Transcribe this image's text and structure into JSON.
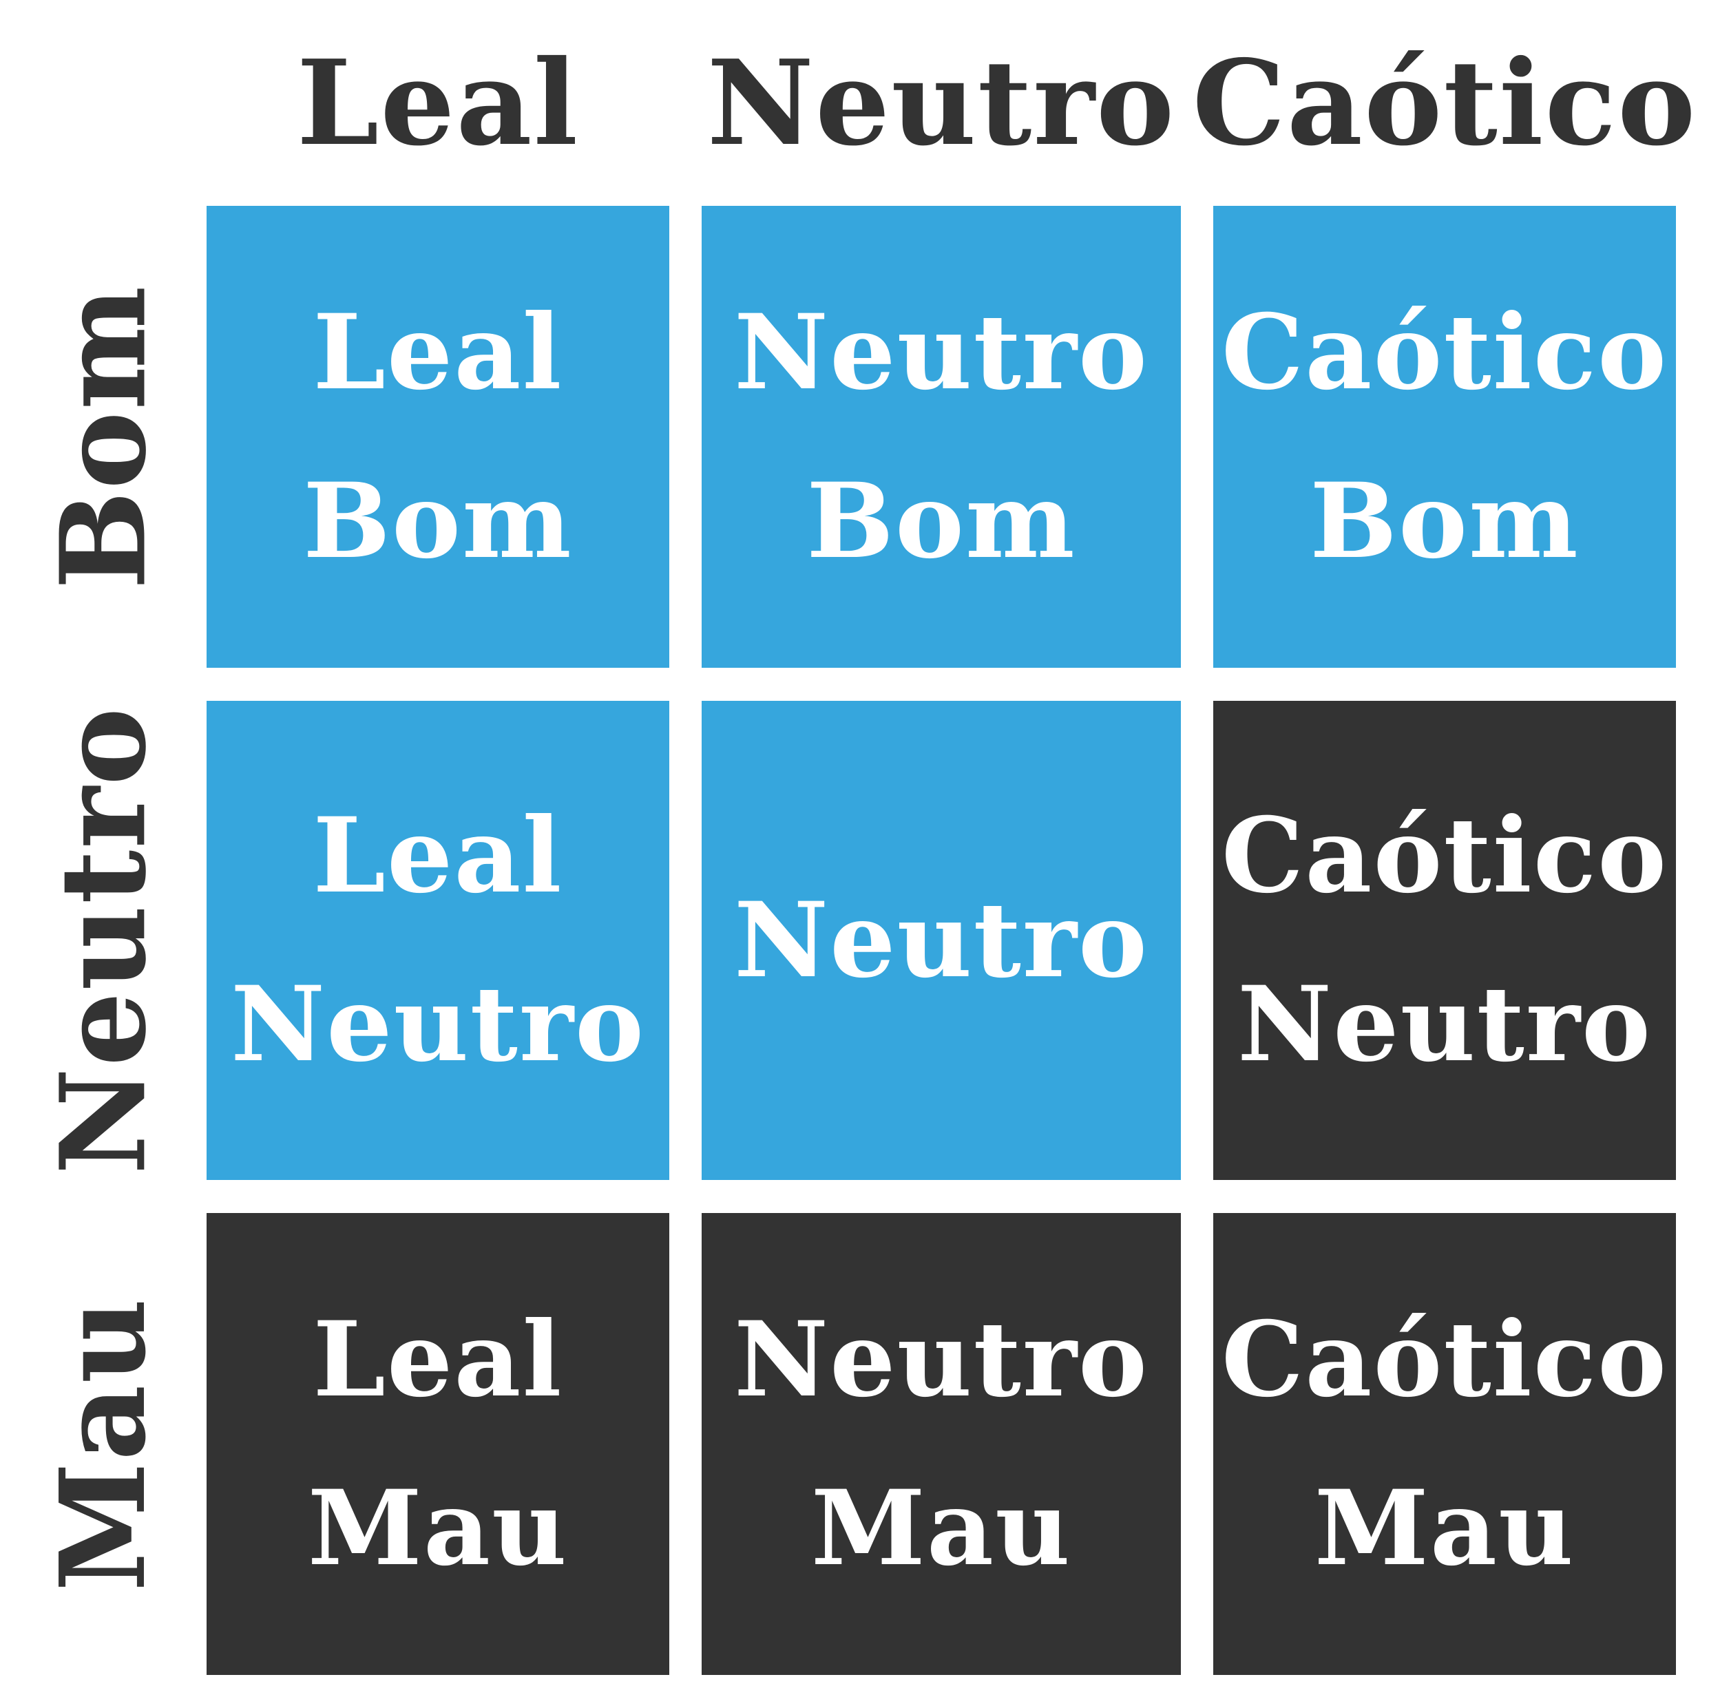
{
  "columns": [
    "Leal",
    "Neutro",
    "Caótico"
  ],
  "rows": [
    "Bom",
    "Neutro",
    "Mau"
  ],
  "colors": {
    "good": "#36a6dd",
    "evil": "#333333",
    "header_text": "#333333",
    "cell_text": "#ffffff"
  },
  "cells": [
    [
      {
        "line1": "Leal",
        "line2": "Bom",
        "tone": "good"
      },
      {
        "line1": "Neutro",
        "line2": "Bom",
        "tone": "good"
      },
      {
        "line1": "Caótico",
        "line2": "Bom",
        "tone": "good"
      }
    ],
    [
      {
        "line1": "Leal",
        "line2": "Neutro",
        "tone": "good"
      },
      {
        "line1": "Neutro",
        "line2": "",
        "tone": "good"
      },
      {
        "line1": "Caótico",
        "line2": "Neutro",
        "tone": "evil"
      }
    ],
    [
      {
        "line1": "Leal",
        "line2": "Mau",
        "tone": "evil"
      },
      {
        "line1": "Neutro",
        "line2": "Mau",
        "tone": "evil"
      },
      {
        "line1": "Caótico",
        "line2": "Mau",
        "tone": "evil"
      }
    ]
  ]
}
